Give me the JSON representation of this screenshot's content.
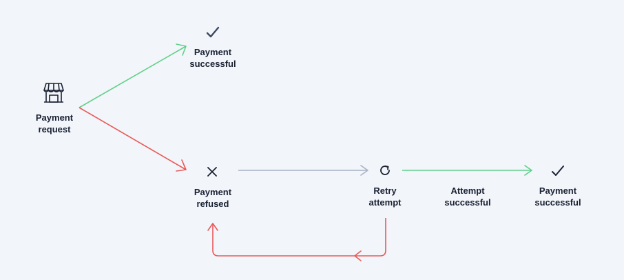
{
  "nodes": {
    "request": {
      "label": "Payment\nrequest",
      "icon": "storefront-icon"
    },
    "success_top": {
      "label": "Payment\nsuccessful",
      "icon": "check-icon"
    },
    "refused": {
      "label": "Payment\nrefused",
      "icon": "x-icon"
    },
    "retry": {
      "label": "Retry\nattempt",
      "icon": "retry-icon"
    },
    "success_right": {
      "label": "Payment\nsuccessful",
      "icon": "check-icon"
    }
  },
  "edges": {
    "attempt_successful": {
      "label": "Attempt\nsuccessful"
    }
  },
  "colors": {
    "background": "#f2f5f9",
    "success": "#5fd08a",
    "failure": "#e85a5a",
    "neutral": "#a8b2c4",
    "text": "#1a2133",
    "icon": "#1a2133",
    "icon_muted": "#3a4a66"
  }
}
